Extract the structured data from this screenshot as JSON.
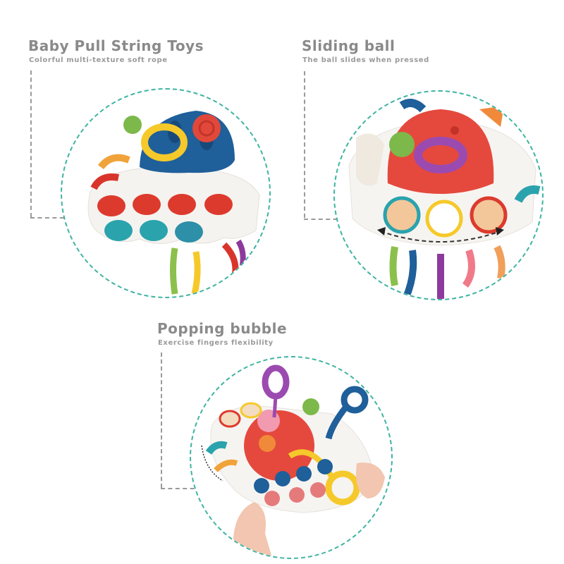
{
  "panels": [
    {
      "title": "Baby Pull String Toys",
      "subtitle": "Colorful multi-texture soft rope",
      "image": "toy-with-blue-dome-and-pop-bubbles"
    },
    {
      "title": "Sliding ball",
      "subtitle": "The ball slides when pressed",
      "image": "toy-with-red-dome-and-sliding-balls"
    },
    {
      "title": "Popping bubble",
      "subtitle": "Exercise fingers flexibility",
      "image": "hands-holding-toy-pressing-bubbles"
    }
  ],
  "colors": {
    "title_text": "#8a8a8a",
    "circle_border": "#3fb4a1",
    "leader_line": "#9a9a9a"
  }
}
